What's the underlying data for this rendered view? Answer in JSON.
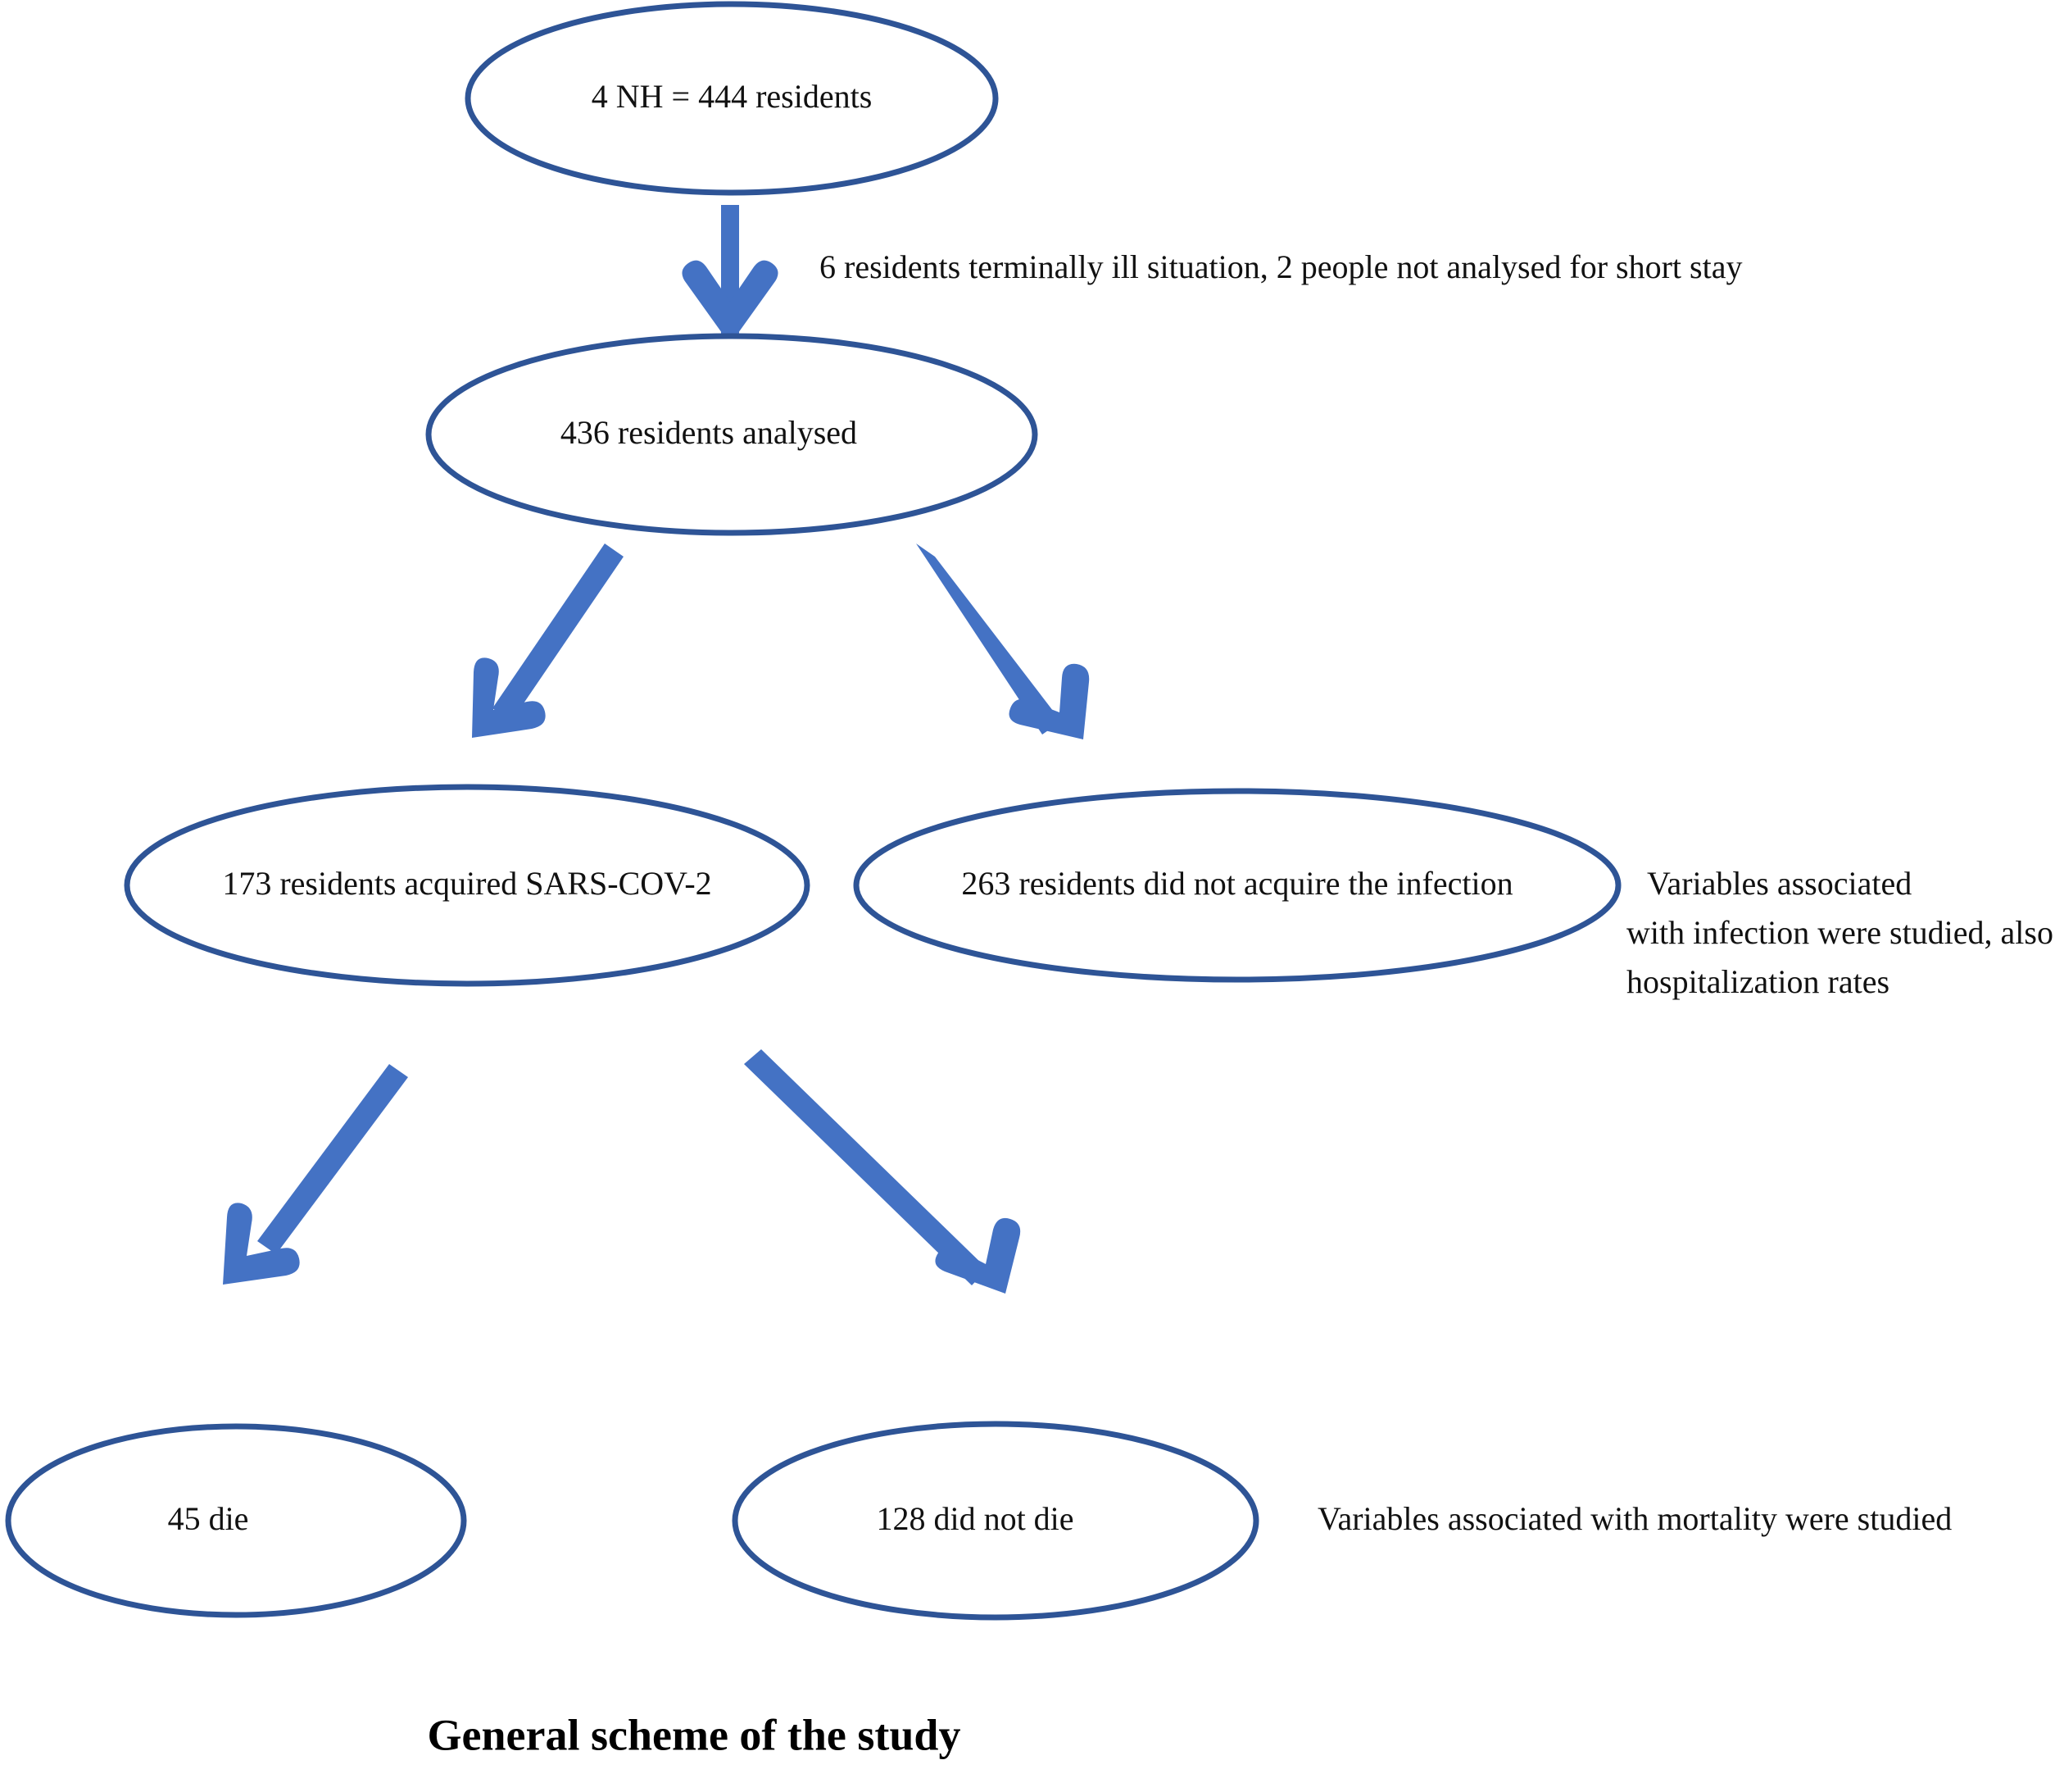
{
  "diagram": {
    "caption": "General scheme of the study",
    "colors": {
      "ellipse_stroke": "#2E5496",
      "arrow_fill": "#4472C4",
      "text": "#111111",
      "background": "#ffffff"
    },
    "nodes": [
      {
        "id": "cohort",
        "label": "4 NH = 444 residents"
      },
      {
        "id": "analysed",
        "label": "436 residents analysed"
      },
      {
        "id": "infected",
        "label": "173 residents acquired SARS-COV-2"
      },
      {
        "id": "not-infected",
        "label": "263 residents did not acquire the infection"
      },
      {
        "id": "died",
        "label": "45 die"
      },
      {
        "id": "survived",
        "label": "128 did not die"
      }
    ],
    "annotations": {
      "exclusion": "6 residents terminally ill situation, 2 people not analysed for short stay",
      "infection_study": [
        "Variables associated",
        "with infection were studied, also",
        "hospitalization rates"
      ],
      "mortality_study": "Variables associated with mortality were studied"
    },
    "arrows": [
      {
        "id": "cohort-to-analysed",
        "from": "cohort",
        "to": "analysed",
        "direction": "down"
      },
      {
        "id": "analysed-to-infected",
        "from": "analysed",
        "to": "infected",
        "direction": "down-left"
      },
      {
        "id": "analysed-to-not-infected",
        "from": "analysed",
        "to": "not-infected",
        "direction": "down-right"
      },
      {
        "id": "infected-to-died",
        "from": "infected",
        "to": "died",
        "direction": "down-left"
      },
      {
        "id": "infected-to-survived",
        "from": "infected",
        "to": "survived",
        "direction": "down-right"
      }
    ]
  }
}
